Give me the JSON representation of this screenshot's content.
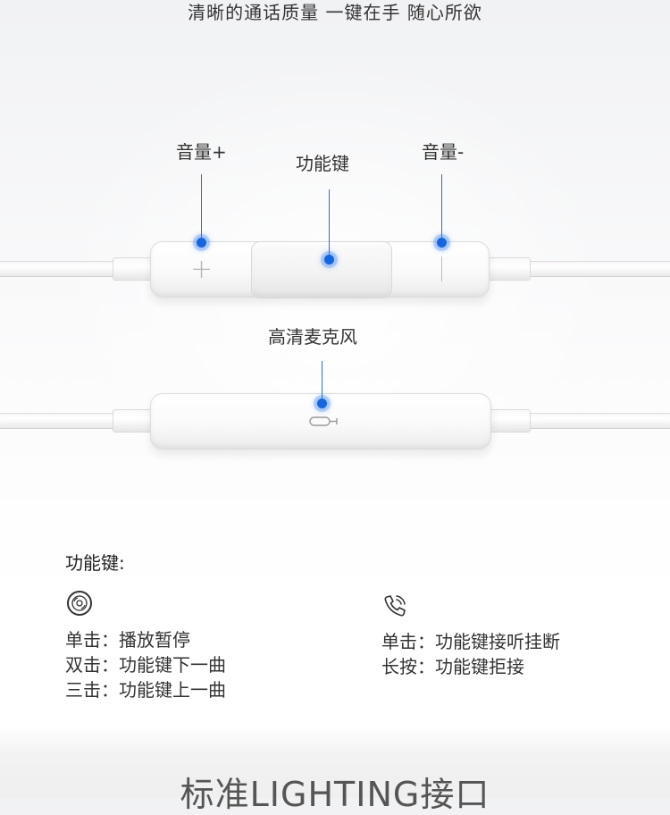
{
  "headline": "清晰的通话质量 一键在手 随心所欲",
  "remote_callouts": {
    "volume_up": "音量+",
    "function_key": "功能键",
    "volume_down": "音量-",
    "microphone": "高清麦克风"
  },
  "functions": {
    "title": "功能键:",
    "playback": {
      "icon": "disc-icon",
      "lines": [
        "单击：播放暂停",
        "双击：功能键下一曲",
        "三击：功能键上一曲"
      ]
    },
    "call": {
      "icon": "phone-call-icon",
      "lines": [
        "单击：功能键接听挂断",
        "长按：功能键拒接"
      ]
    }
  },
  "bottom_heading": "标准LIGHTING接口",
  "colors": {
    "accent_blue": "#1565e0",
    "text": "#333333"
  }
}
